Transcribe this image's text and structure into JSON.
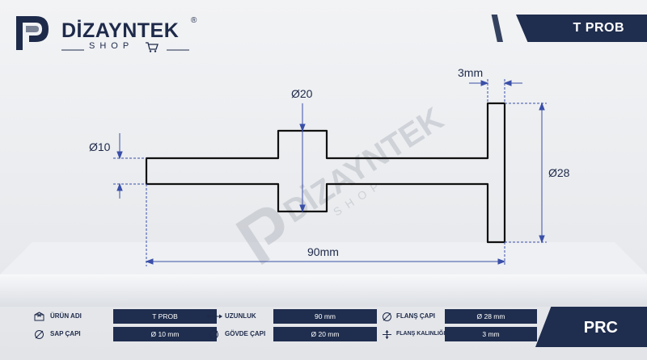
{
  "brand": {
    "name": "DİZAYNTEK",
    "sub": "SHOP",
    "registered": "®"
  },
  "title": "T PROB",
  "dimensions": {
    "flange_thickness": "3mm",
    "body_diameter": "Ø20",
    "shaft_diameter": "Ø10",
    "flange_diameter": "Ø28",
    "length": "90mm"
  },
  "specs": [
    {
      "icon": "box-icon",
      "label": "ÜRÜN ADI",
      "value": "T PROB"
    },
    {
      "icon": "length-arrow-icon",
      "label": "UZUNLUK",
      "value": "90 mm"
    },
    {
      "icon": "diameter-icon",
      "label": "FLANŞ ÇAPI",
      "value": "Ø 28 mm"
    },
    {
      "icon": "diameter-icon",
      "label": "SAP ÇAPI",
      "value": "Ø 10 mm"
    },
    {
      "icon": "diameter-icon",
      "label": "GÖVDE ÇAPI",
      "value": "Ø 20 mm"
    },
    {
      "icon": "thickness-icon",
      "label": "FLANŞ KALINLIĞI",
      "value": "3 mm"
    }
  ],
  "material": "PRC",
  "colors": {
    "navy": "#1f2d4e",
    "dim_line": "#3a4fa8"
  }
}
